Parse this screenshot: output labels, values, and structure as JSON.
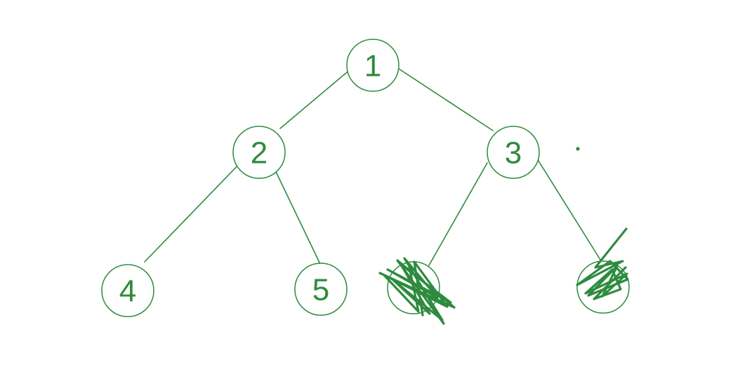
{
  "diagram": {
    "color": "#2e8b3e",
    "background": "#ffffff",
    "nodes": [
      {
        "id": "n1",
        "label": "1",
        "crossed_out": false
      },
      {
        "id": "n2",
        "label": "2",
        "crossed_out": false
      },
      {
        "id": "n3",
        "label": "3",
        "crossed_out": false
      },
      {
        "id": "n4",
        "label": "4",
        "crossed_out": false
      },
      {
        "id": "n5",
        "label": "5",
        "crossed_out": false
      },
      {
        "id": "n6",
        "label": "",
        "crossed_out": true
      },
      {
        "id": "n7",
        "label": "",
        "crossed_out": true
      }
    ],
    "edges": [
      {
        "from": "n1",
        "to": "n2"
      },
      {
        "from": "n1",
        "to": "n3"
      },
      {
        "from": "n2",
        "to": "n4"
      },
      {
        "from": "n2",
        "to": "n5"
      },
      {
        "from": "n3",
        "to": "n6"
      },
      {
        "from": "n3",
        "to": "n7"
      }
    ]
  }
}
